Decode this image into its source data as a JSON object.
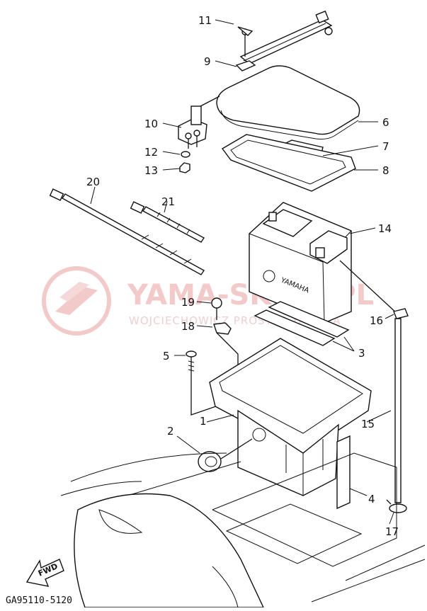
{
  "watermark": {
    "main": "YAMA-SKLEP.PL",
    "sub": "WOJCIECHOWICZ PROSTER YAMAHA"
  },
  "battery_brand": "YAMAHA",
  "diagram_code": "GA95110-5120",
  "direction_label": "FWD",
  "callouts": {
    "c1": "1",
    "c2": "2",
    "c3": "3",
    "c4": "4",
    "c5": "5",
    "c6": "6",
    "c7": "7",
    "c8": "8",
    "c9": "9",
    "c10": "10",
    "c11": "11",
    "c12": "12",
    "c13": "13",
    "c14": "14",
    "c15": "15",
    "c16": "16",
    "c17": "17",
    "c18": "18",
    "c19": "19",
    "c20": "20",
    "c21": "21"
  },
  "colors": {
    "ink": "#111111",
    "watermark": "#f2caca"
  }
}
